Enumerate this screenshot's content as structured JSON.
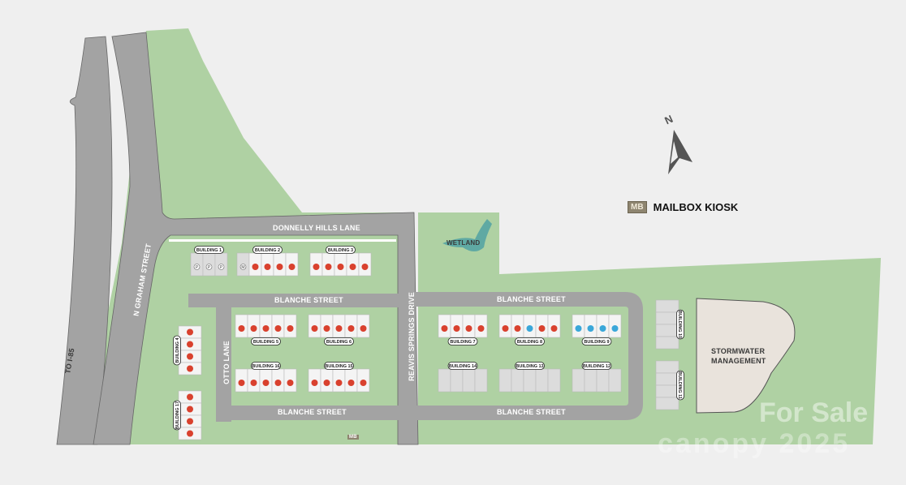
{
  "streets": {
    "graham": "N GRAHAM STREET",
    "to_i85": "TO I-85",
    "donnelly": "DONNELLY HILLS LANE",
    "blanche_nw": "BLANCHE STREET",
    "blanche_ne": "BLANCHE STREET",
    "blanche_sw": "BLANCHE STREET",
    "blanche_se": "BLANCHE STREET",
    "otto": "OTTO LANE",
    "reavis": "REAVIS SPRINGS DRIVE"
  },
  "areas": {
    "wetland": "WETLAND",
    "stormwater_1": "STORMWATER",
    "stormwater_2": "MANAGEMENT"
  },
  "legend": {
    "badge": "MB",
    "label": "MAILBOX KIOSK"
  },
  "north_label": "N",
  "mailbox_marker": "MB",
  "watermark": {
    "line1": "For Sale",
    "line2": "canopy 2025"
  },
  "colors": {
    "sold": "#d9412e",
    "available": "#3aa7d9",
    "unit": "#f4f4f4",
    "unit_grey": "#dcdcdc",
    "green": "#afd1a3",
    "road": "#a3a3a3",
    "stormwater": "#e9e3dc"
  },
  "buildings": [
    {
      "name": "BUILDING 1",
      "units": [
        "P",
        "P",
        "P"
      ]
    },
    {
      "name": "BUILDING 2",
      "units": [
        "M",
        "sold",
        "sold",
        "sold",
        "sold"
      ]
    },
    {
      "name": "BUILDING 3",
      "units": [
        "sold",
        "sold",
        "sold",
        "sold",
        "sold"
      ]
    },
    {
      "name": "BUILDING 4",
      "units": [
        "sold",
        "sold",
        "sold",
        "sold"
      ]
    },
    {
      "name": "BUILDING 5",
      "units": [
        "sold",
        "sold",
        "sold",
        "sold",
        "sold"
      ]
    },
    {
      "name": "BUILDING 6",
      "units": [
        "sold",
        "sold",
        "sold",
        "sold",
        "sold"
      ]
    },
    {
      "name": "BUILDING 7",
      "units": [
        "sold",
        "sold",
        "sold",
        "sold"
      ]
    },
    {
      "name": "BUILDING 8",
      "units": [
        "sold",
        "sold",
        "available",
        "sold",
        "sold"
      ]
    },
    {
      "name": "BUILDING 9",
      "units": [
        "available",
        "available",
        "available",
        "available"
      ]
    },
    {
      "name": "BUILDING 10",
      "units": [
        "none",
        "none",
        "none",
        "none"
      ]
    },
    {
      "name": "BUILDING 11",
      "units": [
        "none",
        "none",
        "none",
        "none"
      ]
    },
    {
      "name": "BUILDING 12",
      "units": [
        "none",
        "none",
        "none",
        "none"
      ]
    },
    {
      "name": "BUILDING 13",
      "units": [
        "none",
        "none",
        "none",
        "none",
        "none"
      ]
    },
    {
      "name": "BUILDING 14",
      "units": [
        "none",
        "none",
        "none",
        "none"
      ]
    },
    {
      "name": "BUILDING 15",
      "units": [
        "sold",
        "sold",
        "sold",
        "sold",
        "sold"
      ]
    },
    {
      "name": "BUILDING 16",
      "units": [
        "sold",
        "sold",
        "sold",
        "sold",
        "sold"
      ]
    },
    {
      "name": "BUILDING 17",
      "units": [
        "sold",
        "sold",
        "sold",
        "sold"
      ]
    }
  ]
}
